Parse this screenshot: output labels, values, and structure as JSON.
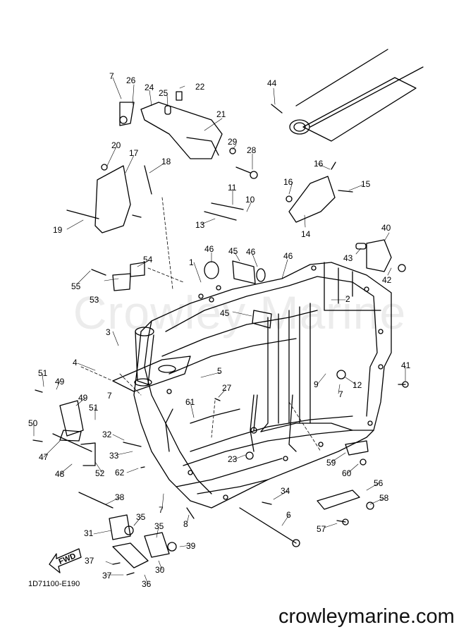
{
  "watermark": "Crowley Marine",
  "diagram_code": "1D71100-E190",
  "site": "crowleymarine.com",
  "fwd_label": "FWD",
  "callouts": [
    "1",
    "2",
    "3",
    "4",
    "5",
    "6",
    "7",
    "7",
    "7",
    "7",
    "8",
    "9",
    "10",
    "11",
    "12",
    "13",
    "14",
    "15",
    "16",
    "16",
    "17",
    "18",
    "19",
    "20",
    "21",
    "22",
    "23",
    "24",
    "25",
    "26",
    "27",
    "28",
    "29",
    "30",
    "31",
    "32",
    "33",
    "34",
    "35",
    "35",
    "36",
    "37",
    "37",
    "38",
    "39",
    "40",
    "41",
    "42",
    "43",
    "44",
    "45",
    "45",
    "46",
    "46",
    "46",
    "47",
    "48",
    "49",
    "49",
    "50",
    "51",
    "51",
    "52",
    "53",
    "54",
    "55",
    "56",
    "57",
    "58",
    "59",
    "60",
    "61",
    "62"
  ]
}
